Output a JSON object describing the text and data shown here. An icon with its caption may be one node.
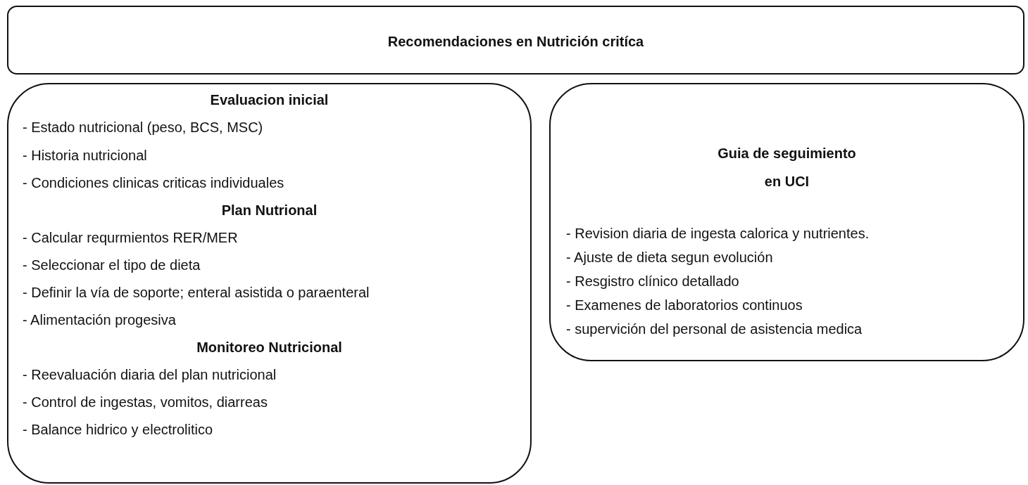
{
  "diagram": {
    "nodes": [
      {
        "text": [
          "Recomendaciones en Nutrición critíca"
        ]
      },
      {
        "text": [
          "Evaluacion inicial",
          "- Estado nutricional (peso, BCS, MSC)",
          "- Historia nutricional",
          "- Condiciones clinicas criticas individuales",
          "Plan Nutrional",
          "- Calcular requrmientos RER/MER",
          "- Seleccionar el tipo de dieta",
          "- Definir la vía de soporte; enteral asistida o paraenteral",
          "- Alimentación progesiva",
          "Monitoreo Nutricional",
          "- Reevaluación diaria del plan nutricional",
          "- Control de ingestas, vomitos, diarreas",
          "- Balance hidrico y electrolitico"
        ]
      },
      {
        "text": [
          "Guia de seguimiento",
          "en UCI",
          "- Revision diaria de ingesta calorica y nutrientes.",
          "- Ajuste de dieta segun evolución",
          "- Resgistro clínico detallado",
          "- Examenes de laboratorios continuos",
          "- supervición del personal de asistencia medica"
        ]
      }
    ],
    "edges": []
  }
}
